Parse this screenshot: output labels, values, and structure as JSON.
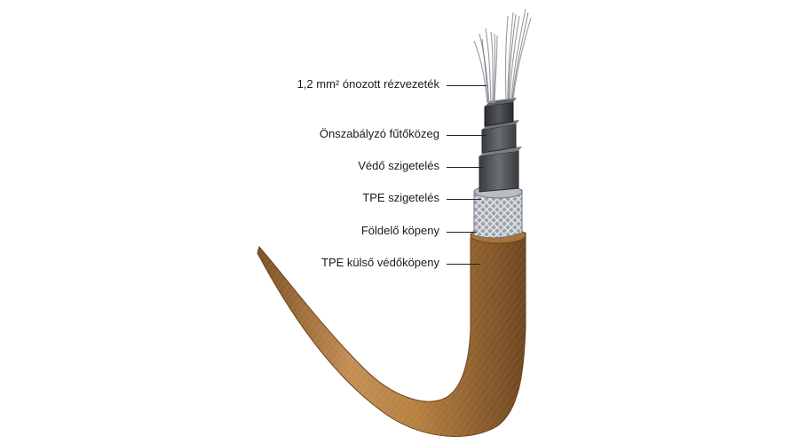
{
  "labels": [
    {
      "id": "conductor",
      "text": "1,2 mm² ónozott rézvezeték"
    },
    {
      "id": "heating-core",
      "text": "Önszabályzó fűtőközeg"
    },
    {
      "id": "protective-insulation",
      "text": "Védő szigetelés"
    },
    {
      "id": "tpe-insulation",
      "text": "TPE szigetelés"
    },
    {
      "id": "ground-braid",
      "text": "Földelő köpeny"
    },
    {
      "id": "outer-jacket",
      "text": "TPE külső védőköpeny"
    }
  ],
  "colors": {
    "jacket": "#b9834a",
    "jacket_dark": "#8a5a2b",
    "braid": "#b8bcc2",
    "core": "#3d3f44",
    "insulation": "#55585e",
    "wire": "#a9adb3"
  }
}
